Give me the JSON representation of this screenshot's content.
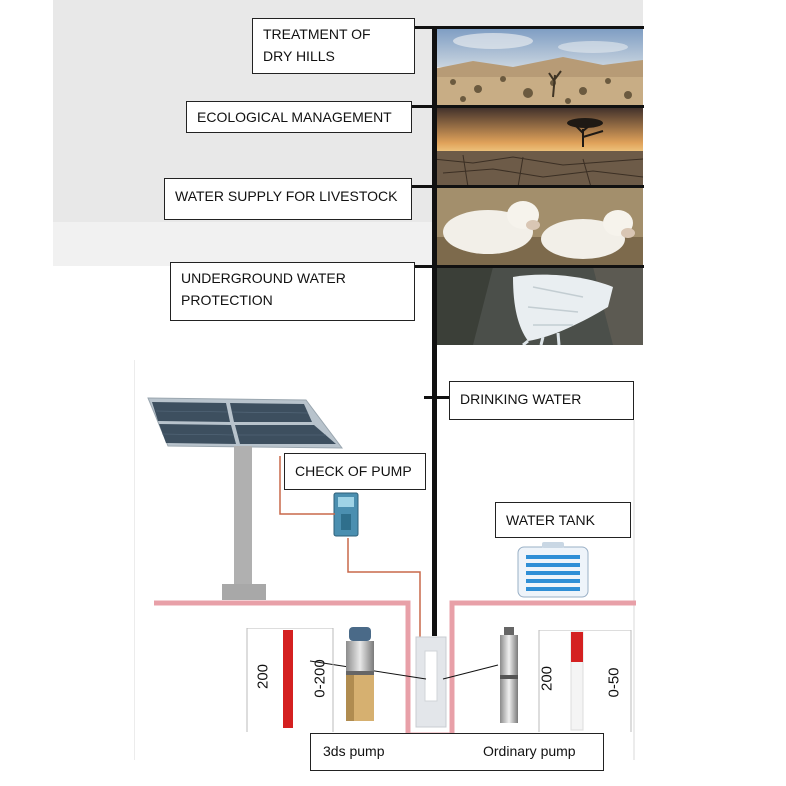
{
  "labels": {
    "dry_hills": "TREATMENT OF\nDRY HILLS",
    "ecological": "ECOLOGICAL MANAGEMENT",
    "livestock": "WATER SUPPLY FOR LIVESTOCK",
    "underground": "UNDERGROUND WATER\nPROTECTION",
    "drinking": "DRINKING WATER",
    "check_pump": "CHECK OF  PUMP",
    "water_tank": "WATER  TANK",
    "pump_3ds": "3ds pump",
    "pump_ordinary": "Ordinary pump"
  },
  "gauges": {
    "left_depth": "200",
    "left_range": "0-200",
    "right_depth": "200",
    "right_range": "0-50"
  },
  "colors": {
    "pipe": "#e8a0a8",
    "gauge_red": "#d42020",
    "trunk": "#111111",
    "panel_bg": "#e8e8e8"
  },
  "icons": {
    "solar_panel": "solar-panel-icon",
    "controller": "pump-controller-icon",
    "tank": "water-tank-icon",
    "pump_3ds": "submersible-pump-icon",
    "pump_ordinary": "ordinary-pump-icon"
  }
}
